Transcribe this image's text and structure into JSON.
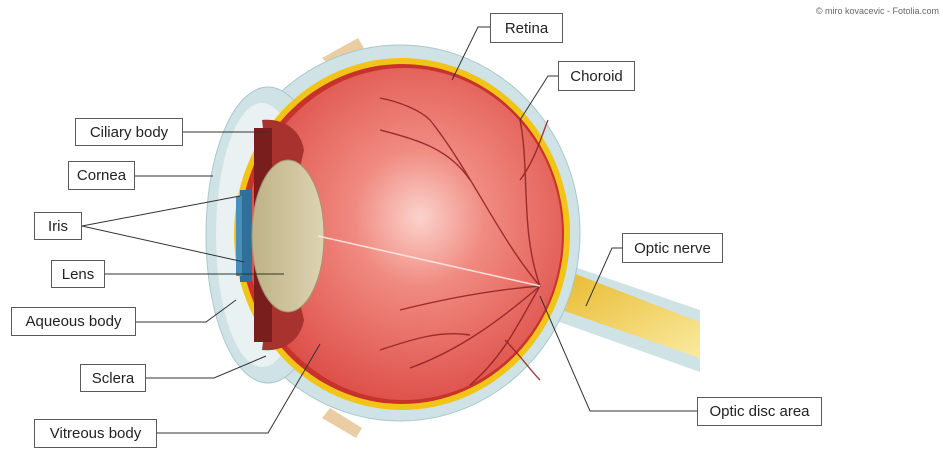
{
  "credit": "© miro kovacevic - Fotolia.com",
  "labels": {
    "retina": "Retina",
    "choroid": "Choroid",
    "ciliary_body": "Ciliary body",
    "cornea": "Cornea",
    "iris": "Iris",
    "lens": "Lens",
    "aqueous_body": "Aqueous body",
    "sclera": "Sclera",
    "vitreous_body": "Vitreous body",
    "optic_nerve": "Optic nerve",
    "optic_disc_area": "Optic disc area"
  },
  "colors": {
    "vitreous": "#e45a55",
    "vitreous_light": "#f7b7b0",
    "choroid": "#c8322c",
    "retina": "#f2c418",
    "sclera": "#cfe3e6",
    "lens": "#cfc39c",
    "iris": "#2f6f9a",
    "ciliary": "#8a2222",
    "optic_nerve": "#f4d24a",
    "vessel": "#8d1f22",
    "leader": "#333333"
  }
}
